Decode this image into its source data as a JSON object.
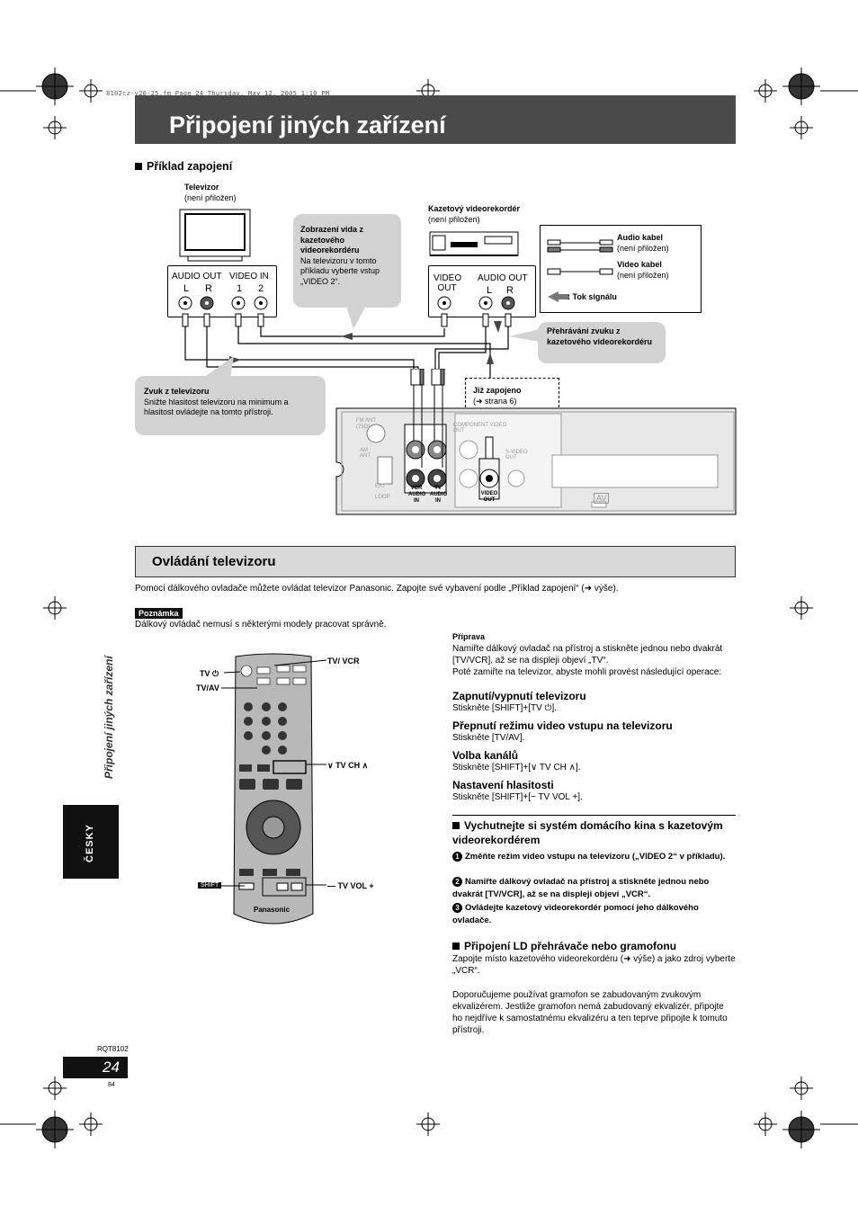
{
  "header": {
    "print_line": "8102cz-v20-25.fm  Page 24  Thursday, May 12, 2005  1:10 PM",
    "title": "Připojení jiných zařízení"
  },
  "example": {
    "heading": "Příklad zapojení",
    "tv_title": "Televizor",
    "tv_note": "(není přiložen)",
    "vcr_title": "Kazetový videorekordér",
    "vcr_note": "(není přiložen)",
    "tv_audio_out": "AUDIO OUT",
    "tv_video_in": "VIDEO IN",
    "tv_l": "L",
    "tv_r": "R",
    "tv_1": "1",
    "tv_2": "2",
    "vcr_video": "VIDEO",
    "vcr_out": "OUT",
    "vcr_audio_out": "AUDIO OUT",
    "vcr_l": "L",
    "vcr_r": "R",
    "callout_video_title": "Zobrazení vida z kazetového videorekordéru",
    "callout_video_body": "Na televizoru v tomto příkladu vyberte vstup „VIDEO 2“.",
    "legend_audio_title": "Audio kabel",
    "legend_audio_note": "(není přiložen)",
    "legend_video_title": "Video kabel",
    "legend_video_note": "(není přiložen)",
    "legend_flow": ": Tok signálu",
    "callout_vcr_audio": "Přehrávání zvuku z kazetového videorekordéru",
    "callout_tv_audio_title": "Zvuk z televizoru",
    "callout_tv_audio_body": "Snižte hlasitost televizoru na minimum a hlasitost ovládejte na tomto přístroji.",
    "already_title": "Již zapojeno",
    "already_ref": "(➜ strana 6)",
    "panel_vcr_audio_in": "VCR AUDIO IN",
    "panel_tv_audio_in": "TV AUDIO IN",
    "panel_video_out": "VIDEO OUT",
    "panel_av": "AV",
    "panel_fm": "FM ANT (75Ω)",
    "panel_am": "AM ANT",
    "panel_ext": "EXT",
    "panel_loop": "LOOP",
    "panel_svideo": "S-VIDEO OUT",
    "panel_component": "COMPONENT VIDEO OUT"
  },
  "tv_control": {
    "heading": "Ovládání televizoru",
    "intro": "Pomocí dálkového ovladače můžete ovládat televizor Panasonic. Zapojte své vybavení podle „Příklad zapojení“ (➜ výše).",
    "note_tag": "Poznámka",
    "note_text": "Dálkový ovládač nemusí s některými modely pracovat správně.",
    "remote_labels": {
      "tv_power": "TV ⏻",
      "tv_av": "TV/AV",
      "tv_vcr": "TV/ VCR",
      "tv_ch": "∨ TV CH ∧",
      "tv_vol": "— TV VOL +",
      "shift": "SHIFT",
      "brand": "Panasonic"
    },
    "prep_title": "Příprava",
    "prep_body1": "Namiřte dálkový ovladač na přístroj a stiskněte jednou nebo dvakrát [TV/VCR], až se na displeji objeví „TV“.",
    "prep_body2": "Poté zamiřte na televizor, abyste mohli provést následující operace:",
    "ops": [
      {
        "title": "Zapnutí/vypnutí televizoru",
        "text": "Stiskněte [SHIFT]+[TV ⏻]."
      },
      {
        "title": "Přepnutí režimu video vstupu na televizoru",
        "text": "Stiskněte [TV/AV]."
      },
      {
        "title": "Volba kanálů",
        "text": "Stiskněte [SHIFT]+[∨ TV CH ∧]."
      },
      {
        "title": "Nastavení hlasitosti",
        "text": "Stiskněte [SHIFT]+[− TV VOL +]."
      }
    ],
    "vcr_heading": "Vychutnejte si systém domácího kina s kazetovým videorekordérem",
    "vcr_steps": [
      {
        "num": "1",
        "text": "Změňte režim video vstupu na televizoru („VIDEO 2“ v příkladu)."
      },
      {
        "num": "2",
        "text": "Namiřte dálkový ovladač na přístroj a stiskněte jednou nebo dvakrát [TV/VCR], až se na displeji objeví „VCR“."
      },
      {
        "num": "3",
        "text": "Ovládejte kazetový videorekordér pomocí jeho dálkového ovladače."
      }
    ],
    "ld_heading": "Připojení LD přehrávače nebo gramofonu",
    "ld_body1": "Zapojte místo kazetového videorekordéru (➜ výše) a jako zdroj vyberte „VCR“.",
    "ld_body2": "Doporučujeme používat gramofon se zabudovaným zvukovým ekvalizérem. Jestliže gramofon nemá zabudovaný ekvalizér, připojte ho nejdříve k samostatnému ekvalizéru a ten teprve připojte k tomuto přístroji."
  },
  "sidebar": {
    "vertical_title": "Připojení jiných zařízení",
    "language": "ČESKY"
  },
  "footer": {
    "code": "RQT8102",
    "page": "24",
    "small_page": "84"
  }
}
